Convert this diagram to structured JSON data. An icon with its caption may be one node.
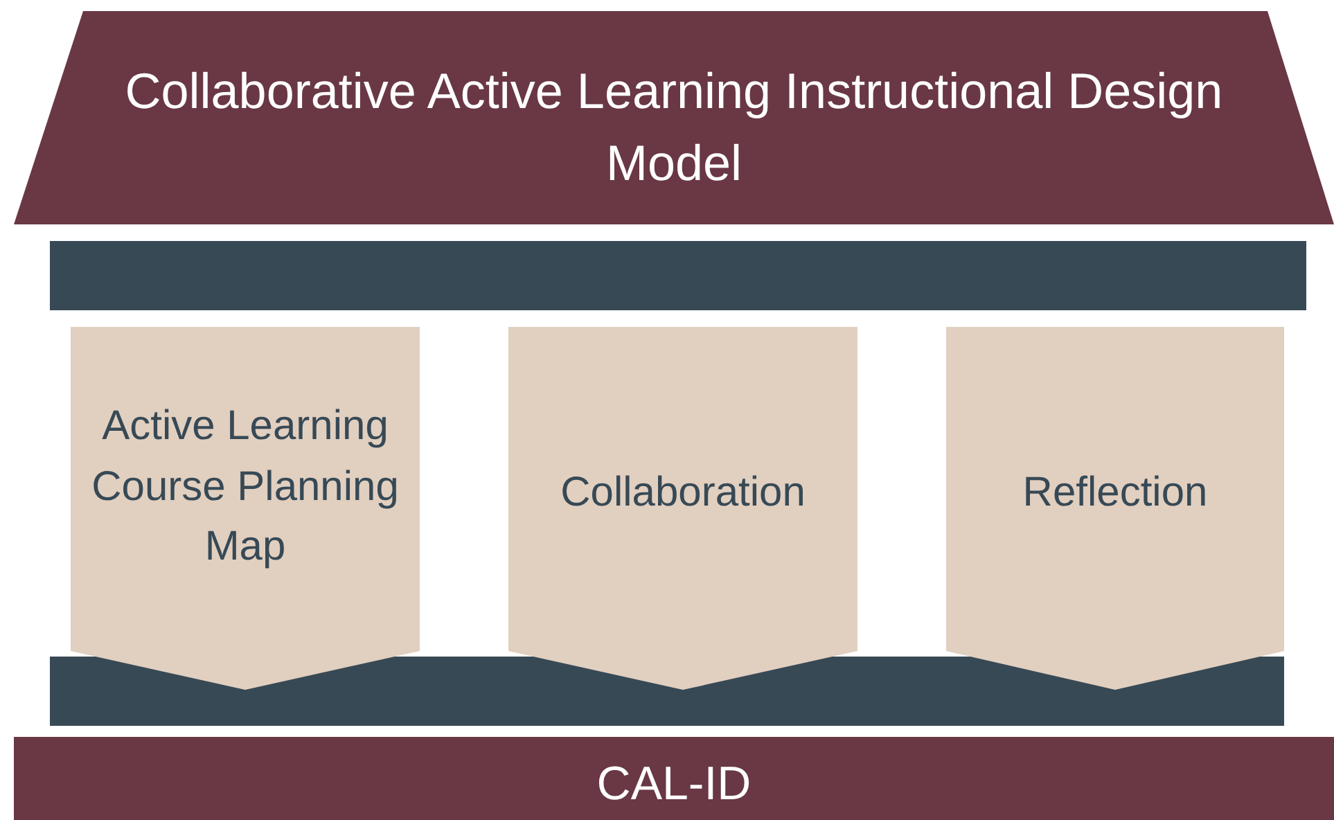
{
  "diagram": {
    "nodes": [
      {
        "text": [
          "Collaborative Active Learning Instructional Design Model"
        ]
      },
      {
        "text": [],
        "shape": "bar"
      },
      {
        "text": [
          "Active Learning Course Planning Map"
        ]
      },
      {
        "text": [
          "Collaboration"
        ]
      },
      {
        "text": [
          "Reflection"
        ]
      },
      {
        "text": [],
        "shape": "bar"
      },
      {
        "text": [
          "CAL-ID"
        ]
      }
    ]
  }
}
